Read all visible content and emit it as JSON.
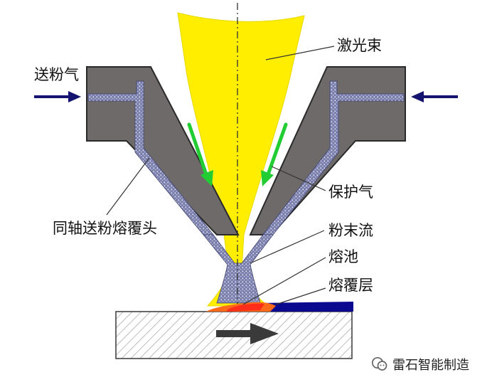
{
  "labels": {
    "laser_beam": "激光束",
    "powder_gas": "送粉气",
    "shield_gas": "保护气",
    "nozzle_head": "同轴送粉熔覆头",
    "powder_stream": "粉末流",
    "melt_pool": "熔池",
    "clad_layer": "熔覆层"
  },
  "watermark": {
    "text": "雷石智能制造",
    "icon": "wechat-official-account-icon"
  },
  "colors": {
    "laser": "#ffee00",
    "nozzle": "#6e6a6a",
    "nozzle_outline": "#2a2a2a",
    "powder": "#8a8fb8",
    "shield_gas_arrow": "#22cc33",
    "powder_gas_arrow": "#141470",
    "melt_pool": "#ff6a1a",
    "clad_layer": "#0a0a90",
    "substrate_hatch": "#9a9a9a",
    "motion_arrow": "#3a3a3a"
  }
}
